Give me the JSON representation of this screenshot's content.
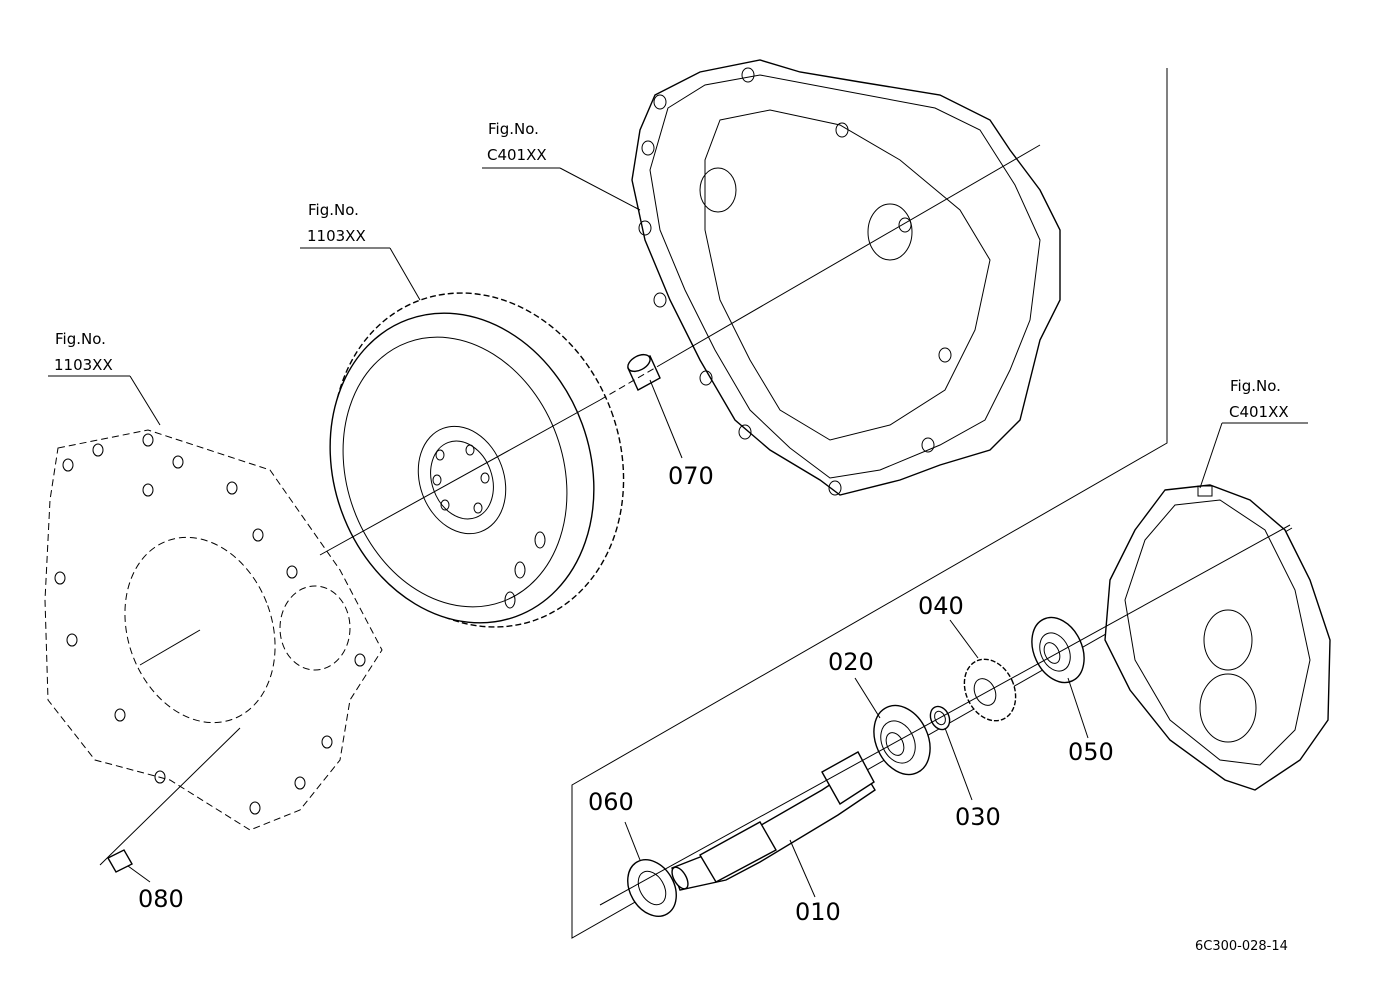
{
  "references": {
    "housing_top": {
      "label": "Fig.No.",
      "code": "C401XX"
    },
    "flywheel": {
      "label": "Fig.No.",
      "code": "1103XX"
    },
    "plate": {
      "label": "Fig.No.",
      "code": "1103XX"
    },
    "housing_right": {
      "label": "Fig.No.",
      "code": "C401XX"
    }
  },
  "parts": {
    "p010": "010",
    "p020": "020",
    "p030": "030",
    "p040": "040",
    "p050": "050",
    "p060": "060",
    "p070": "070",
    "p080": "080"
  },
  "drawing_code": "6C300-028-14"
}
